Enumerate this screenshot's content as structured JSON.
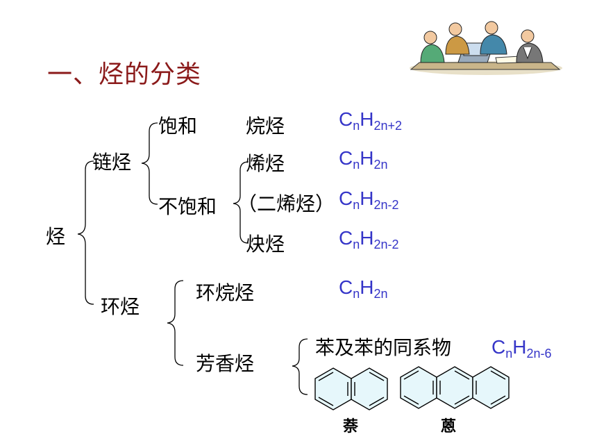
{
  "slide": {
    "title": "一、烃的分类",
    "root": "烃",
    "chain": {
      "label": "链烃",
      "saturated": "饱和",
      "unsaturated": "不饱和",
      "alkane": "烷烃",
      "alkene": "烯烃",
      "diene": "（二烯烃）",
      "alkyne": "炔烃"
    },
    "ring": {
      "label": "环烃",
      "cycloalkane": "环烷烃",
      "aromatic": "芳香烃",
      "benzene_series": "苯及苯的同系物",
      "naphthalene": "萘",
      "anthracene": "蒽"
    },
    "formulas": {
      "alkane": {
        "c": "C",
        "n": "n",
        "h": "H",
        "sub": "2n+2"
      },
      "alkene": {
        "c": "C",
        "n": "n",
        "h": "H",
        "sub": "2n"
      },
      "diene": {
        "c": "C",
        "n": "n",
        "h": "H",
        "sub": "2n-2"
      },
      "alkyne": {
        "c": "C",
        "n": "n",
        "h": "H",
        "sub": "2n-2"
      },
      "cycloalkane": {
        "c": "C",
        "n": "n",
        "h": "H",
        "sub": "2n"
      },
      "benzene_series": {
        "c": "C",
        "n": "n",
        "h": "H",
        "sub": "2n-6"
      }
    },
    "clipart": "people-around-laptop-icon"
  }
}
